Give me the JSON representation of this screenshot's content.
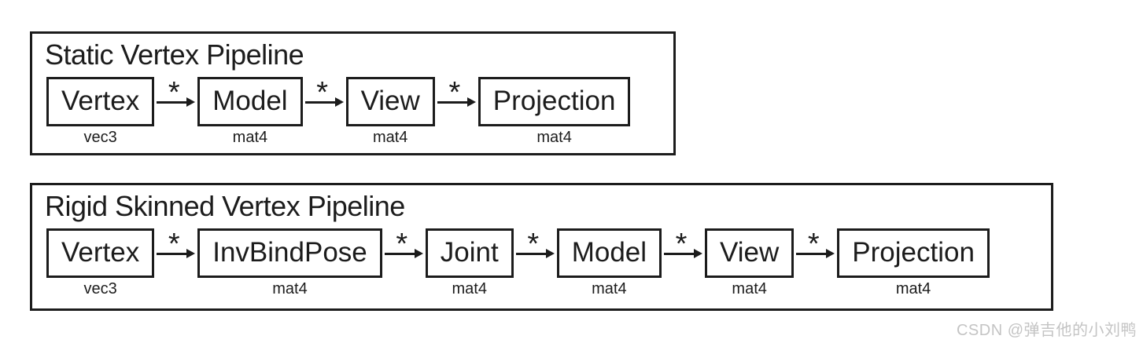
{
  "arrow": {
    "symbol": "*"
  },
  "watermark": {
    "text": "CSDN @弹吉他的小刘鸭"
  },
  "colors": {
    "ink": "#1c1c1c",
    "background": "#ffffff",
    "watermark": "#c4c4c4"
  },
  "pipelines": [
    {
      "title": "Static Vertex Pipeline",
      "stages": [
        {
          "label": "Vertex",
          "type": "vec3"
        },
        {
          "label": "Model",
          "type": "mat4"
        },
        {
          "label": "View",
          "type": "mat4"
        },
        {
          "label": "Projection",
          "type": "mat4"
        }
      ]
    },
    {
      "title": "Rigid Skinned Vertex Pipeline",
      "stages": [
        {
          "label": "Vertex",
          "type": "vec3"
        },
        {
          "label": "InvBindPose",
          "type": "mat4"
        },
        {
          "label": "Joint",
          "type": "mat4"
        },
        {
          "label": "Model",
          "type": "mat4"
        },
        {
          "label": "View",
          "type": "mat4"
        },
        {
          "label": "Projection",
          "type": "mat4"
        }
      ]
    }
  ]
}
